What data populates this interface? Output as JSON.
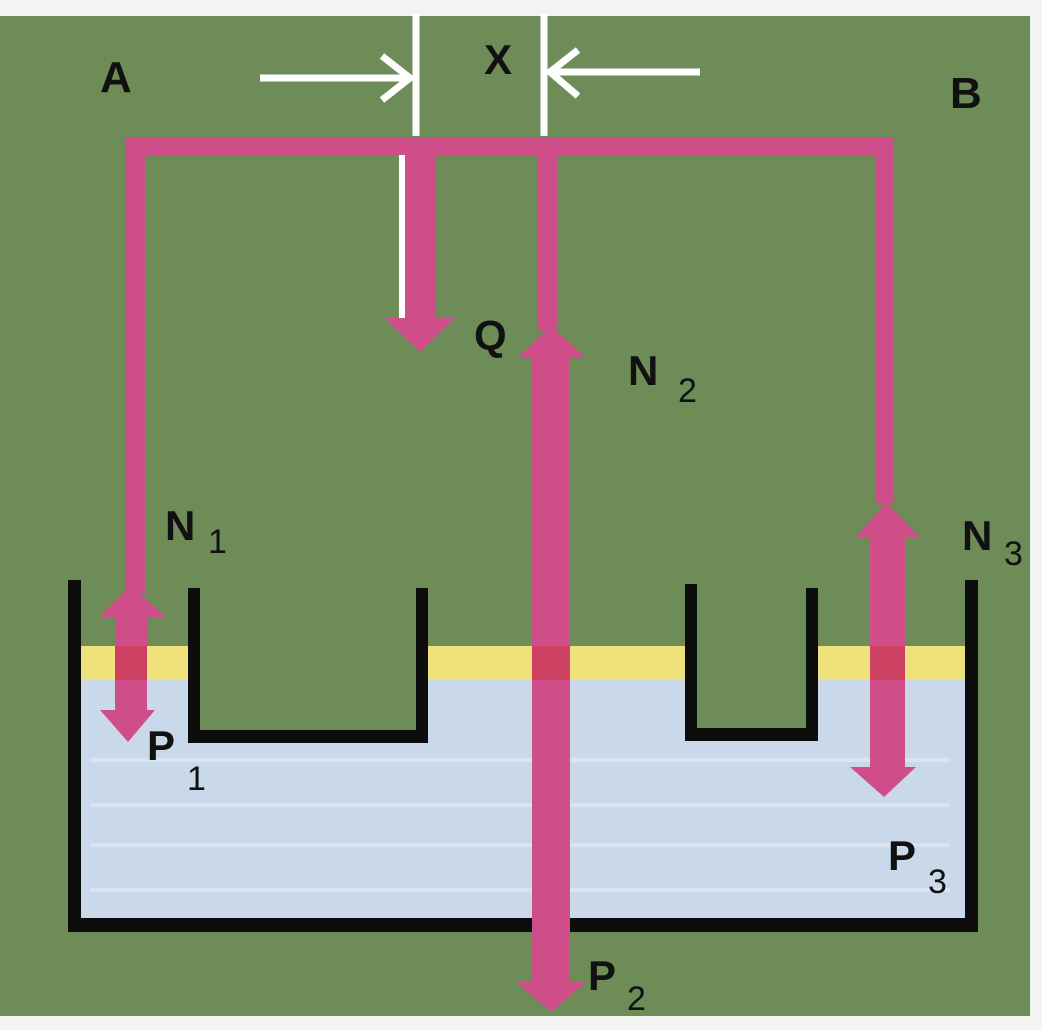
{
  "colors": {
    "background": "#6e8c58",
    "force_arrow": "#cf4e8a",
    "liquid": "#c9d9e9",
    "surface_layer": "#efe27a",
    "vessel": "#0c0c0c",
    "dimension": "#ffffff"
  },
  "labels": {
    "A": "A",
    "B": "B",
    "X": "X",
    "Q": "Q",
    "N1": {
      "base": "N",
      "sub": "1"
    },
    "N2": {
      "base": "N",
      "sub": "2"
    },
    "N3": {
      "base": "N",
      "sub": "3"
    },
    "P1": {
      "base": "P",
      "sub": "1"
    },
    "P2": {
      "base": "P",
      "sub": "2"
    },
    "P3": {
      "base": "P",
      "sub": "3"
    }
  }
}
